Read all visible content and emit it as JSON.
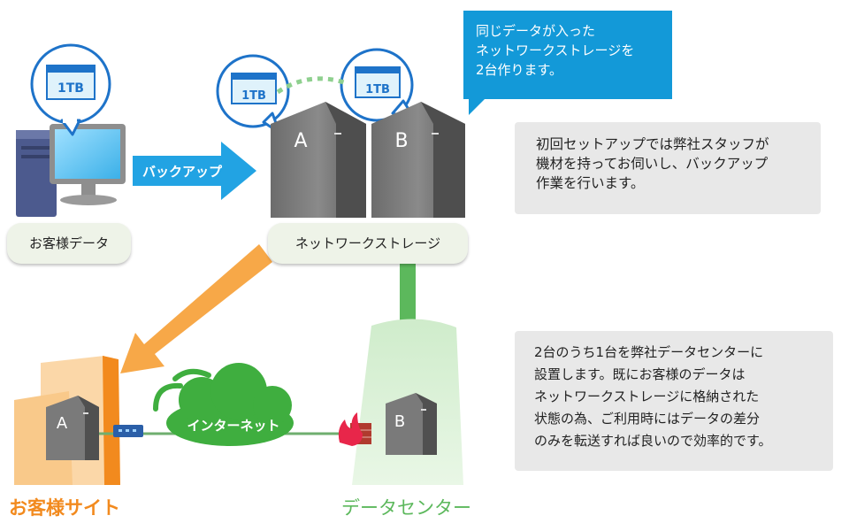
{
  "callout": {
    "lines": [
      "同じデータが入った",
      "ネットワークストレージを",
      "2台作ります。"
    ]
  },
  "notes": {
    "initial_setup": [
      "初回セットアップでは弊社スタッフが",
      "機材を持ってお伺いし、バックアップ",
      "作業を行います。"
    ],
    "datacenter": [
      "2台のうち1台を弊社データセンターに",
      "設置します。既にお客様のデータは",
      "ネットワークストレージに格納された",
      "状態の為、ご利用時にはデータの差分",
      "のみを転送すれば良いので効率的です。"
    ]
  },
  "labels": {
    "customer_data": "お客様データ",
    "network_storage": "ネットワークストレージ",
    "backup_arrow": "バックアップ",
    "internet": "インターネット",
    "customer_site": "お客様サイト",
    "data_center": "データセンター"
  },
  "bubbles": {
    "pc_capacity": "1TB",
    "storage_a_capacity": "1TB",
    "storage_b_capacity": "1TB"
  },
  "devices": {
    "storage_a": "A",
    "storage_b": "B",
    "site_storage": "A",
    "datacenter_storage": "B"
  },
  "colors": {
    "callout_blue": "#1399d8",
    "arrow_blue": "#22a3e3",
    "orange": "#f28a1e",
    "green": "#5cb85c",
    "cloud_green": "#3fae3f"
  }
}
